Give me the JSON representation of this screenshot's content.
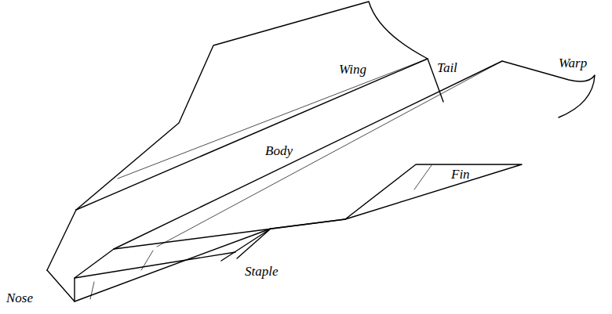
{
  "diagram": {
    "labels": [
      "Wing",
      "Tail",
      "Warp",
      "Body",
      "Fin",
      "Nose",
      "Staple"
    ]
  }
}
